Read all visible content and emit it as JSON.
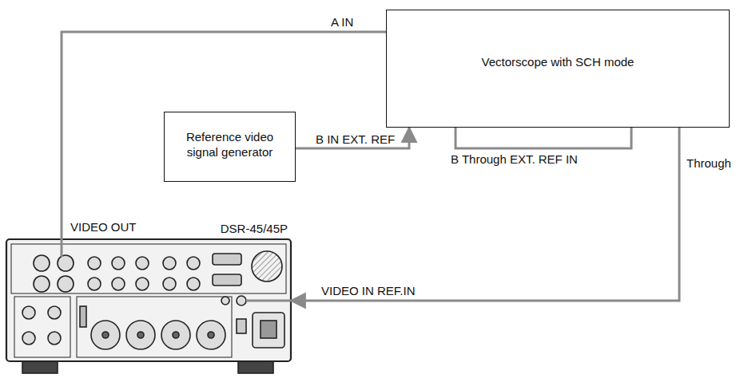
{
  "diagram": {
    "nodes": [
      {
        "text": [
          "Vectorscope with SCH mode"
        ]
      },
      {
        "text": [
          "Reference video signal generator"
        ]
      },
      {
        "text": [
          "DSR-45/45P"
        ]
      }
    ],
    "edges": [
      {
        "from": 2,
        "to": 0,
        "label": "A IN",
        "arrow": "none"
      },
      {
        "from": 1,
        "to": 0,
        "label": "B IN EXT. REF",
        "arrow": "to"
      },
      {
        "from": 0,
        "to": 2,
        "label": "Through",
        "arrow": "to"
      }
    ],
    "labels": [
      "B Through EXT. REF IN",
      "VIDEO OUT",
      "VIDEO IN REF.IN"
    ]
  }
}
